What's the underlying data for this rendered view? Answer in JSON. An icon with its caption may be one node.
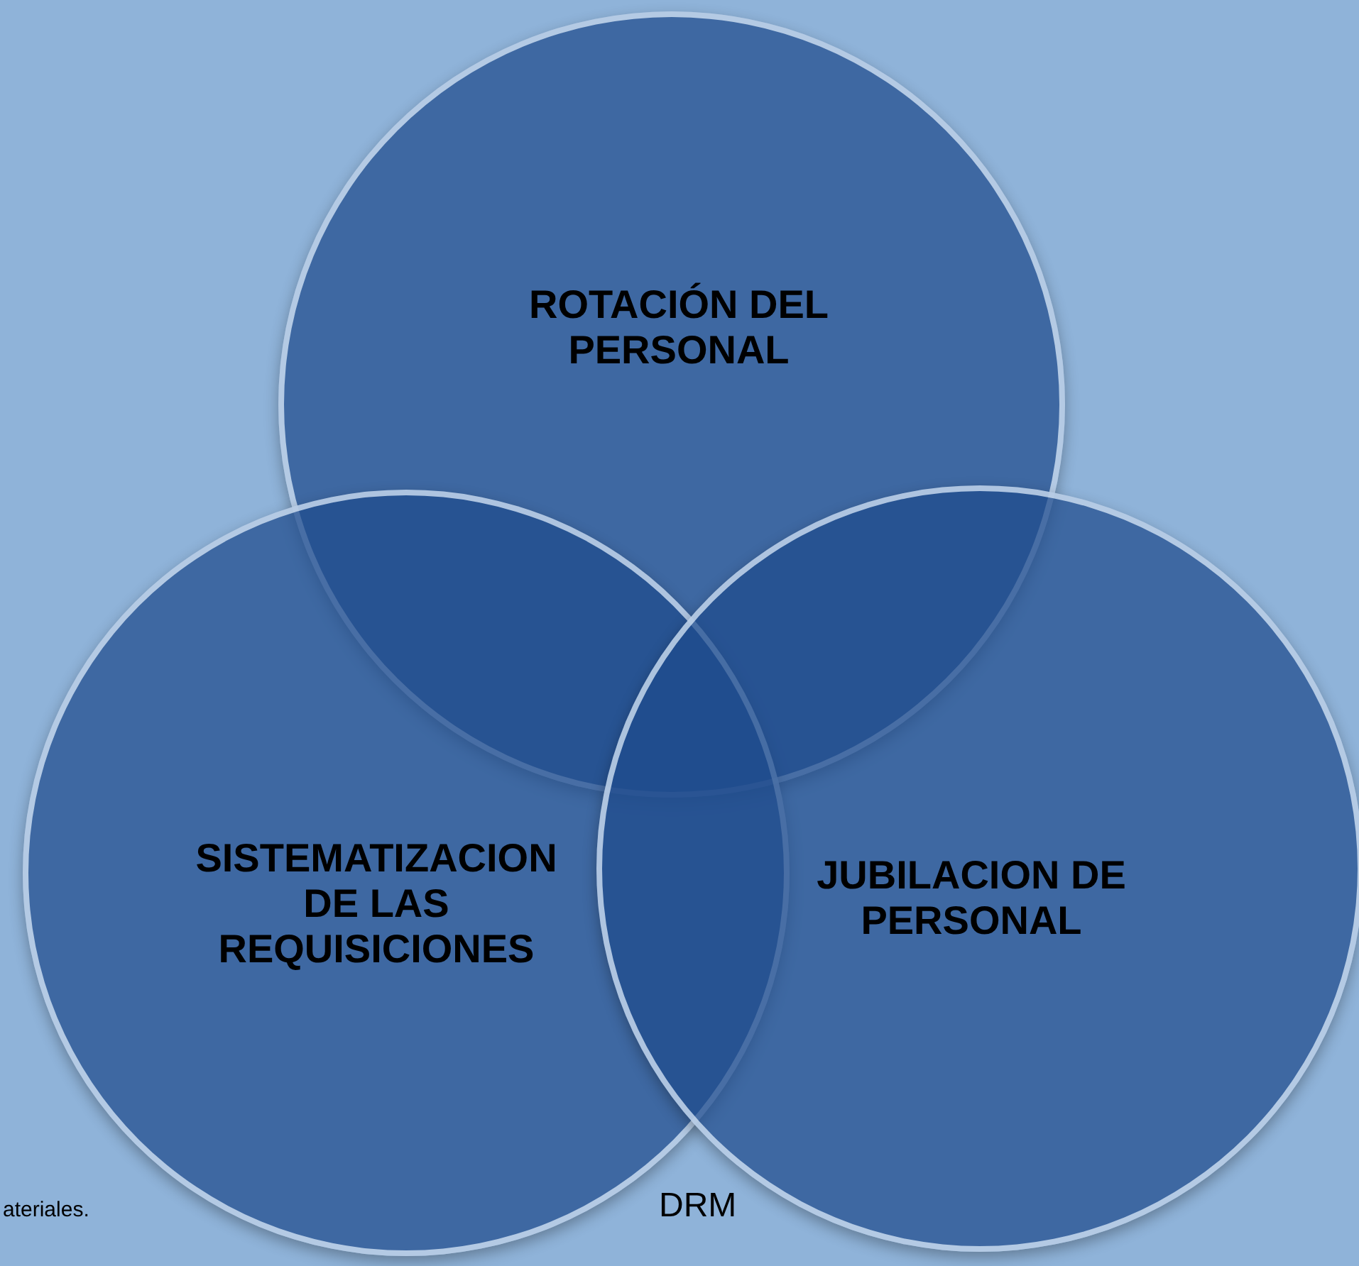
{
  "diagram": {
    "nodes": [
      {
        "text": [
          "ROTACIÓN DEL PERSONAL"
        ]
      },
      {
        "text": [
          "SISTEMATIZACION DE LAS REQUISICIONES"
        ]
      },
      {
        "text": [
          "JUBILACION DE PERSONAL"
        ]
      }
    ],
    "labels": [
      "ateriales.",
      "DRM"
    ]
  }
}
